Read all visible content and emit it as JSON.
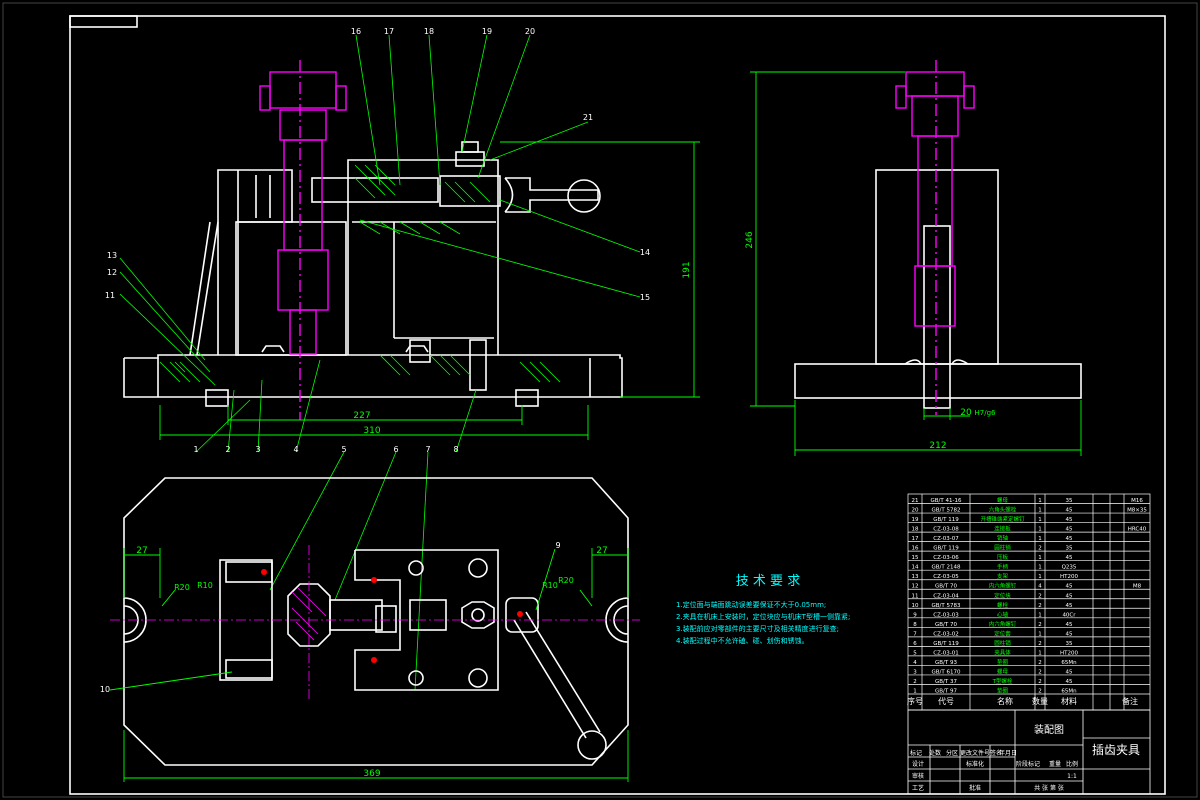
{
  "drawing_title": "插齿夹具",
  "view_name": "装配图",
  "technical_requirements": {
    "heading": "技 术 要 求",
    "items": [
      "1.定位面与端面跳动误差要保证不大于0.05mm;",
      "2.夹具在机床上安装时，定位块应与机床T型槽一侧靠紧;",
      "3.装配前应对零部件的主要尺寸及相关精度进行复查;",
      "4.装配过程中不允许磕、碰、划伤和锈蚀。"
    ]
  },
  "dimensions": {
    "front_width_inner": "227",
    "front_width_outer": "310",
    "front_height": "191",
    "side_height": "246",
    "side_width": "212",
    "side_slot": "20",
    "side_fit": "H7/g6",
    "top_width": "369",
    "top_left_offset": "27",
    "top_right_offset": "27",
    "radius_a": "R20",
    "radius_b": "R10",
    "radius_c": "R10",
    "radius_d": "R20"
  },
  "balloons_top_front": [
    "16",
    "17",
    "18",
    "19",
    "20",
    "21"
  ],
  "balloons_left_front": [
    "13",
    "12",
    "11"
  ],
  "balloons_right_front": [
    "14",
    "15"
  ],
  "balloons_bottom_front": [
    "1",
    "2",
    "3",
    "4",
    "5",
    "6",
    "7",
    "8"
  ],
  "balloons_top_view": [
    "9",
    "10"
  ],
  "bom_header": {
    "seq": "序号",
    "code": "代号",
    "name": "名称",
    "qty": "数量",
    "material": "材料",
    "note": "备注"
  },
  "bom_rows": [
    {
      "no": "21",
      "code": "GB/T 41-16",
      "name": "螺母",
      "qty": "1",
      "mat": "35",
      "note": "M16"
    },
    {
      "no": "20",
      "code": "GB/T 5782",
      "name": "六角头螺栓",
      "qty": "1",
      "mat": "45",
      "note": "M8×35"
    },
    {
      "no": "19",
      "code": "GB/T 119",
      "name": "开槽锥端紧定螺钉",
      "qty": "1",
      "mat": "45",
      "note": ""
    },
    {
      "no": "18",
      "code": "CZ-03-08",
      "name": "连接板",
      "qty": "1",
      "mat": "45",
      "note": "HRC40"
    },
    {
      "no": "17",
      "code": "CZ-03-07",
      "name": "销轴",
      "qty": "1",
      "mat": "45",
      "note": ""
    },
    {
      "no": "16",
      "code": "GB/T 119",
      "name": "圆柱销",
      "qty": "2",
      "mat": "35",
      "note": ""
    },
    {
      "no": "15",
      "code": "CZ-03-06",
      "name": "压板",
      "qty": "1",
      "mat": "45",
      "note": ""
    },
    {
      "no": "14",
      "code": "GB/T 2148",
      "name": "手柄",
      "qty": "1",
      "mat": "Q235",
      "note": ""
    },
    {
      "no": "13",
      "code": "CZ-03-05",
      "name": "支架",
      "qty": "1",
      "mat": "HT200",
      "note": ""
    },
    {
      "no": "12",
      "code": "GB/T 70",
      "name": "内六角螺钉",
      "qty": "4",
      "mat": "45",
      "note": "M8"
    },
    {
      "no": "11",
      "code": "CZ-03-04",
      "name": "定位块",
      "qty": "2",
      "mat": "45",
      "note": ""
    },
    {
      "no": "10",
      "code": "GB/T 5783",
      "name": "螺栓",
      "qty": "2",
      "mat": "45",
      "note": ""
    },
    {
      "no": "9",
      "code": "CZ-03-03",
      "name": "心轴",
      "qty": "1",
      "mat": "40Cr",
      "note": ""
    },
    {
      "no": "8",
      "code": "GB/T 70",
      "name": "内六角螺钉",
      "qty": "2",
      "mat": "45",
      "note": ""
    },
    {
      "no": "7",
      "code": "CZ-03-02",
      "name": "定位套",
      "qty": "1",
      "mat": "45",
      "note": ""
    },
    {
      "no": "6",
      "code": "GB/T 119",
      "name": "圆柱销",
      "qty": "2",
      "mat": "35",
      "note": ""
    },
    {
      "no": "5",
      "code": "CZ-03-01",
      "name": "夹具体",
      "qty": "1",
      "mat": "HT200",
      "note": ""
    },
    {
      "no": "4",
      "code": "GB/T 93",
      "name": "垫圈",
      "qty": "2",
      "mat": "65Mn",
      "note": ""
    },
    {
      "no": "3",
      "code": "GB/T 6170",
      "name": "螺母",
      "qty": "2",
      "mat": "45",
      "note": ""
    },
    {
      "no": "2",
      "code": "GB/T 37",
      "name": "T型螺栓",
      "qty": "2",
      "mat": "45",
      "note": ""
    },
    {
      "no": "1",
      "code": "GB/T 97",
      "name": "垫圈",
      "qty": "2",
      "mat": "65Mn",
      "note": ""
    }
  ],
  "title_block": {
    "row_labels": [
      "标记",
      "处数",
      "分区",
      "更改文件号",
      "签名",
      "年月日"
    ],
    "design": "设计",
    "check": "审核",
    "process": "工艺",
    "approve": "批准",
    "standard": "标准化",
    "stage": "阶段标记",
    "weight": "重量",
    "scale": "比例",
    "scale_value": "1:1",
    "sheet": "共 张 第 张"
  },
  "colors": {
    "outline": "#ffffff",
    "dim": "#00ff00",
    "center": "#ff00ff",
    "text": "#00ffff",
    "hatch": "#00ff00",
    "accent": "#ff0000"
  }
}
